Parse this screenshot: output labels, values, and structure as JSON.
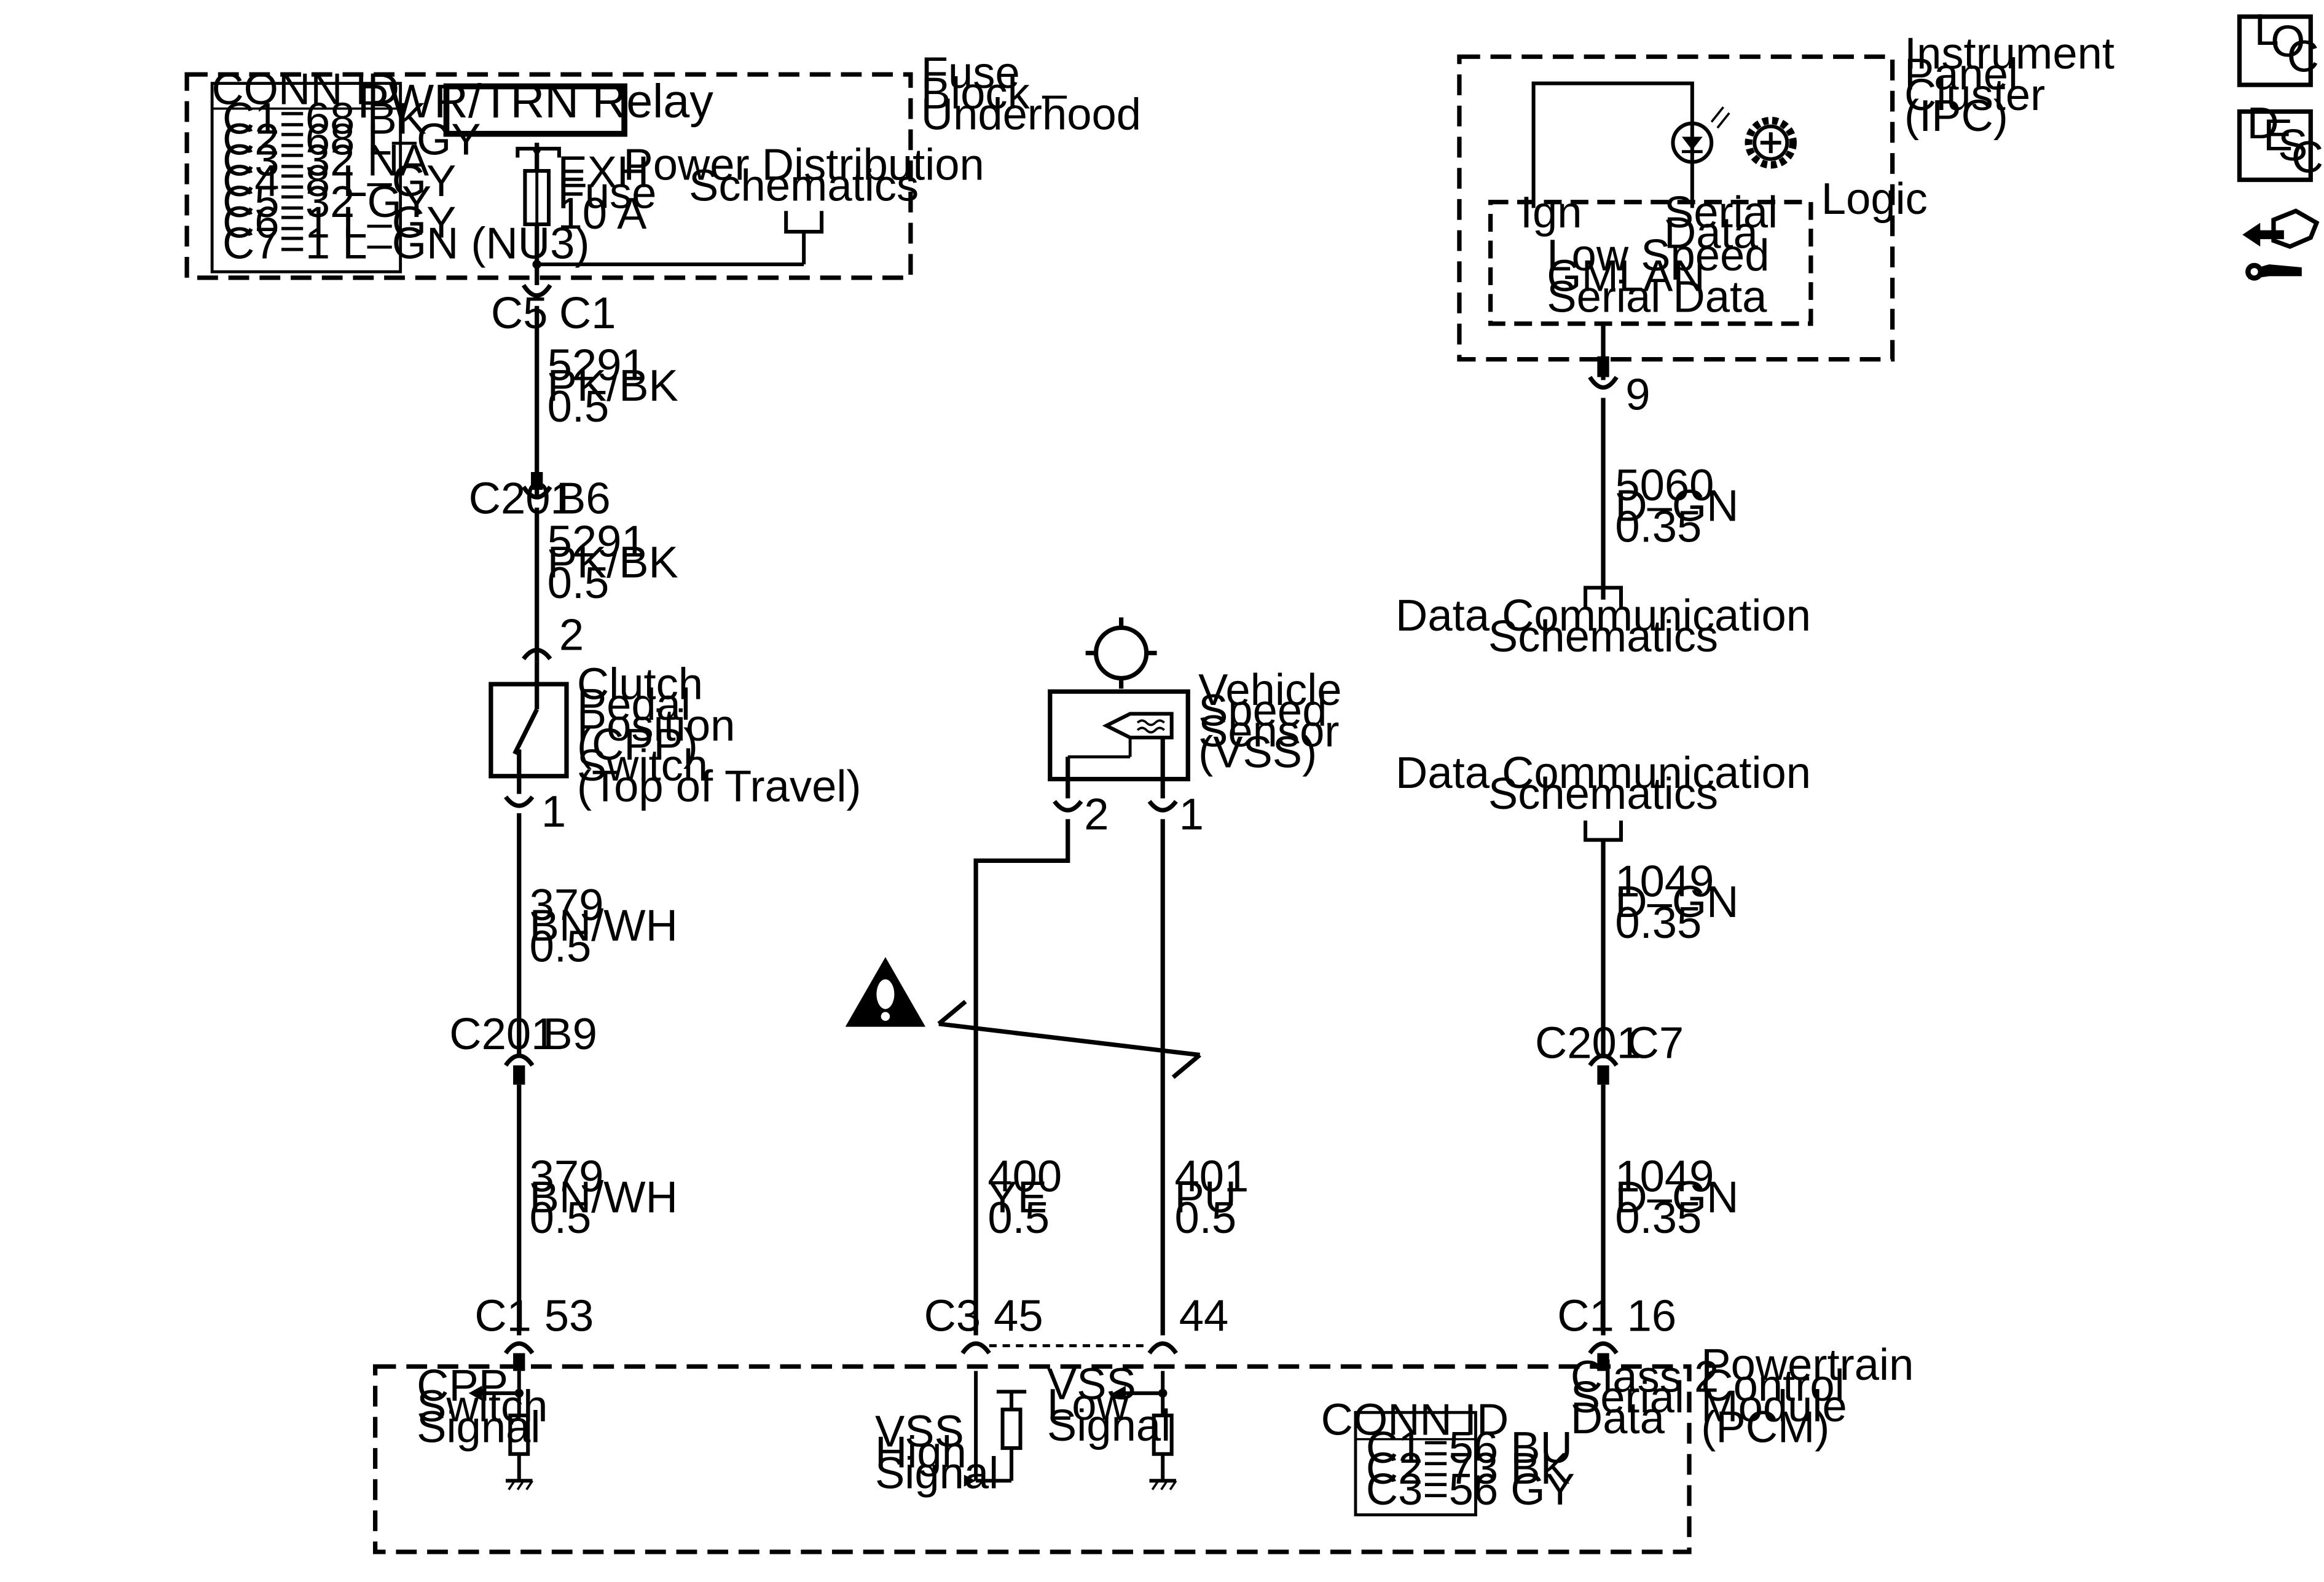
{
  "fuse_block": {
    "title": [
      "Fuse",
      "Block –",
      "Underhood"
    ],
    "conn_id": {
      "header": "CONN ID",
      "rows": [
        "C1=68 BK",
        "C2=68 L–GY",
        "C3=32 NA",
        "C4=8 L–GY",
        "C5=32 GY",
        "C6=1 L–GY",
        "C7=1 L–GN (NU3)"
      ]
    },
    "relay": "PWR/TRN Relay",
    "fuse": [
      "EXH",
      "Fuse",
      "10 A"
    ],
    "power_dist": [
      "Power Distribution",
      "Schematics"
    ]
  },
  "cpp_circuit": {
    "c5": "C5",
    "c1": "C1",
    "wire1": [
      "5291",
      "PK/BK",
      "0.5"
    ],
    "c201": "C201",
    "b6": "B6",
    "wire2": [
      "5291",
      "PK/BK",
      "0.5"
    ],
    "pin2": "2",
    "switch": [
      "Clutch",
      "Pedal",
      "Position",
      "(CPP)",
      "Switch",
      "(Top of Travel)"
    ],
    "pin1": "1",
    "wire3": [
      "379",
      "BN/WH",
      "0.5"
    ],
    "c201b": "C201",
    "b9": "B9",
    "wire4": [
      "379",
      "BN/WH",
      "0.5"
    ],
    "pcm_conn": "C1",
    "pcm_pin": "53"
  },
  "vss": {
    "title": [
      "Vehicle",
      "Speed",
      "Sensor",
      "(VSS)"
    ],
    "pin2": "2",
    "pin1": "1",
    "wire_hi": [
      "400",
      "YE",
      "0.5"
    ],
    "wire_lo": [
      "401",
      "PU",
      "0.5"
    ],
    "pcm_conn": "C3",
    "pin45": "45",
    "pin44": "44"
  },
  "ipc": {
    "title": [
      "Instrument",
      "Panel",
      "Cluster",
      "(IPC)"
    ],
    "logic": "Logic",
    "ign": "Ign",
    "serial": [
      "Serial",
      "Data"
    ],
    "gmlan": [
      "Low Speed",
      "GMLAN",
      "Serial Data"
    ],
    "pin9": "9",
    "wire": [
      "5060",
      "D–GN",
      "0.35"
    ],
    "dcs1": [
      "Data Communication",
      "Schematics"
    ]
  },
  "class2": {
    "dcs2": [
      "Data Communication",
      "Schematics"
    ],
    "wire1": [
      "1049",
      "D–GN",
      "0.35"
    ],
    "c201": "C201",
    "c7": "C7",
    "wire2": [
      "1049",
      "D–GN",
      "0.35"
    ],
    "pcm_conn": "C1",
    "pin16": "16"
  },
  "pcm": {
    "title": [
      "Powertrain",
      "Control",
      "Module",
      "(PCM)"
    ],
    "cpp_sig": [
      "CPP",
      "Switch",
      "Signal"
    ],
    "vss_hi": [
      "VSS",
      "High",
      "Signal"
    ],
    "vss_lo": [
      "VSS",
      "Low",
      "Signal"
    ],
    "class2": [
      "Class 2",
      "Serial",
      "Data"
    ],
    "conn_id": {
      "header": "CONN ID",
      "rows": [
        "C1=56 BU",
        "C2=73 BK",
        "C3=56 GY"
      ]
    }
  },
  "nav": {
    "loc": [
      "L",
      "O",
      "C"
    ],
    "desc": [
      "D",
      "E",
      "S",
      "C"
    ],
    "icons": [
      "loc-button",
      "desc-button",
      "connector-repair-icon"
    ]
  }
}
